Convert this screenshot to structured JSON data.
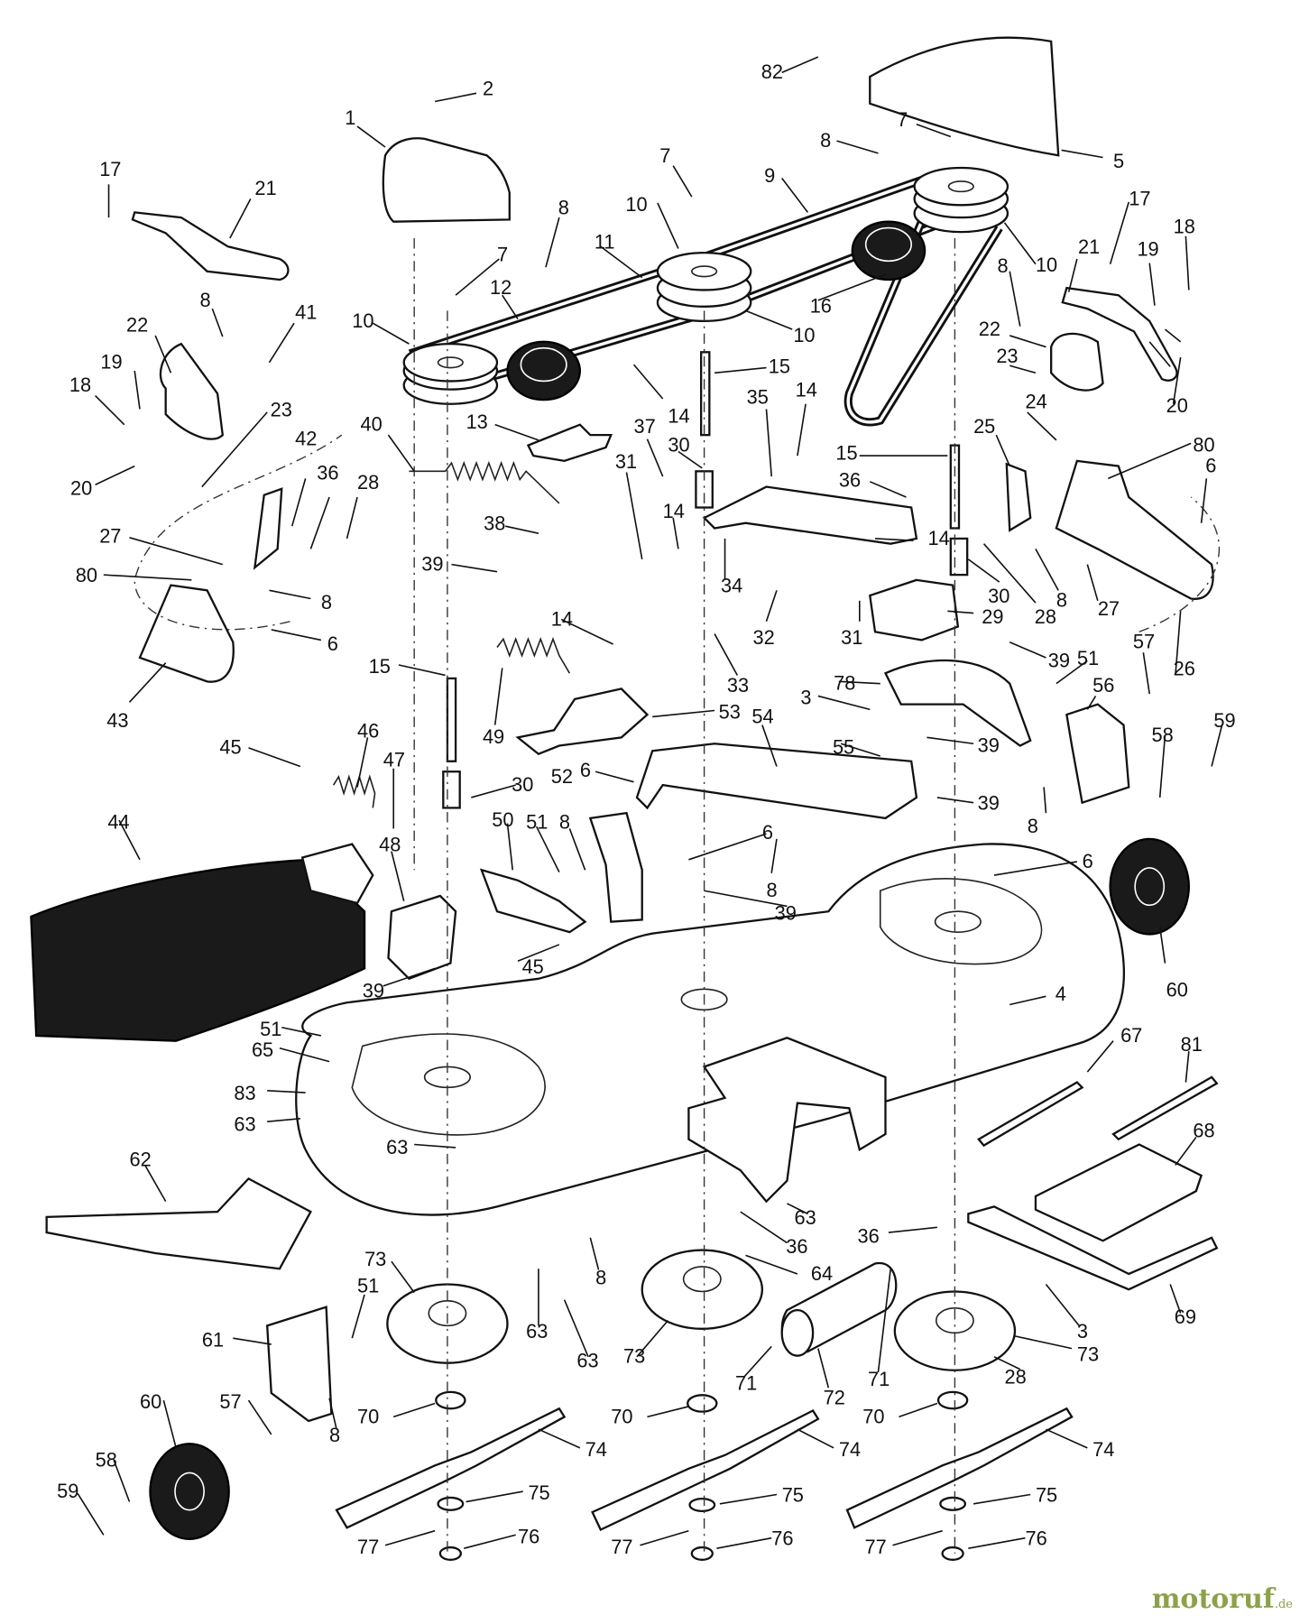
{
  "diagram": {
    "callouts": [
      {
        "id": "c-1",
        "label": "1"
      },
      {
        "id": "c-2",
        "label": "2"
      },
      {
        "id": "c-82",
        "label": "82"
      },
      {
        "id": "c-5",
        "label": "5"
      },
      {
        "id": "c-7a",
        "label": "7"
      },
      {
        "id": "c-8a",
        "label": "8"
      },
      {
        "id": "c-9",
        "label": "9"
      },
      {
        "id": "c-7b",
        "label": "7"
      },
      {
        "id": "c-10a",
        "label": "10"
      },
      {
        "id": "c-11",
        "label": "11"
      },
      {
        "id": "c-8b",
        "label": "8"
      },
      {
        "id": "c-7c",
        "label": "7"
      },
      {
        "id": "c-12",
        "label": "12"
      },
      {
        "id": "c-10b",
        "label": "10"
      },
      {
        "id": "c-10c",
        "label": "10"
      },
      {
        "id": "c-16",
        "label": "16"
      },
      {
        "id": "c-10d",
        "label": "10"
      },
      {
        "id": "c-17a",
        "label": "17"
      },
      {
        "id": "c-21a",
        "label": "21"
      },
      {
        "id": "c-17b",
        "label": "17"
      },
      {
        "id": "c-18a",
        "label": "18"
      },
      {
        "id": "c-21b",
        "label": "21"
      },
      {
        "id": "c-19a",
        "label": "19"
      },
      {
        "id": "c-8c",
        "label": "8"
      },
      {
        "id": "c-22a",
        "label": "22"
      },
      {
        "id": "c-20a",
        "label": "20"
      },
      {
        "id": "c-23a",
        "label": "23"
      },
      {
        "id": "c-24",
        "label": "24"
      },
      {
        "id": "c-8d",
        "label": "8"
      },
      {
        "id": "c-41",
        "label": "41"
      },
      {
        "id": "c-22b",
        "label": "22"
      },
      {
        "id": "c-19b",
        "label": "19"
      },
      {
        "id": "c-18b",
        "label": "18"
      },
      {
        "id": "c-20b",
        "label": "20"
      },
      {
        "id": "c-23b",
        "label": "23"
      },
      {
        "id": "c-15a",
        "label": "15"
      },
      {
        "id": "c-14a",
        "label": "14"
      },
      {
        "id": "c-13",
        "label": "13"
      },
      {
        "id": "c-35",
        "label": "35"
      },
      {
        "id": "c-14b",
        "label": "14"
      },
      {
        "id": "c-37",
        "label": "37"
      },
      {
        "id": "c-30a",
        "label": "30"
      },
      {
        "id": "c-31a",
        "label": "31"
      },
      {
        "id": "c-15b",
        "label": "15"
      },
      {
        "id": "c-36a",
        "label": "36"
      },
      {
        "id": "c-25",
        "label": "25"
      },
      {
        "id": "c-80a",
        "label": "80"
      },
      {
        "id": "c-6a",
        "label": "6"
      },
      {
        "id": "c-40",
        "label": "40"
      },
      {
        "id": "c-42",
        "label": "42"
      },
      {
        "id": "c-36b",
        "label": "36"
      },
      {
        "id": "c-28a",
        "label": "28"
      },
      {
        "id": "c-38",
        "label": "38"
      },
      {
        "id": "c-14c",
        "label": "14"
      },
      {
        "id": "c-34",
        "label": "34"
      },
      {
        "id": "c-14d",
        "label": "14"
      },
      {
        "id": "c-30b",
        "label": "30"
      },
      {
        "id": "c-28b",
        "label": "28"
      },
      {
        "id": "c-8e",
        "label": "8"
      },
      {
        "id": "c-27a",
        "label": "27"
      },
      {
        "id": "c-27b",
        "label": "27"
      },
      {
        "id": "c-80b",
        "label": "80"
      },
      {
        "id": "c-39a",
        "label": "39"
      },
      {
        "id": "c-8f",
        "label": "8"
      },
      {
        "id": "c-6b",
        "label": "6"
      },
      {
        "id": "c-43",
        "label": "43"
      },
      {
        "id": "c-32",
        "label": "32"
      },
      {
        "id": "c-31b",
        "label": "31"
      },
      {
        "id": "c-29",
        "label": "29"
      },
      {
        "id": "c-26",
        "label": "26"
      },
      {
        "id": "c-14e",
        "label": "14"
      },
      {
        "id": "c-15c",
        "label": "15"
      },
      {
        "id": "c-49",
        "label": "49"
      },
      {
        "id": "c-33",
        "label": "33"
      },
      {
        "id": "c-39b",
        "label": "39"
      },
      {
        "id": "c-51a",
        "label": "51"
      },
      {
        "id": "c-57a",
        "label": "57"
      },
      {
        "id": "c-53",
        "label": "53"
      },
      {
        "id": "c-78",
        "label": "78"
      },
      {
        "id": "c-56",
        "label": "56"
      },
      {
        "id": "c-54",
        "label": "54"
      },
      {
        "id": "c-3a",
        "label": "3"
      },
      {
        "id": "c-59a",
        "label": "59"
      },
      {
        "id": "c-55",
        "label": "55"
      },
      {
        "id": "c-39c",
        "label": "39"
      },
      {
        "id": "c-58a",
        "label": "58"
      },
      {
        "id": "c-45a",
        "label": "45"
      },
      {
        "id": "c-46",
        "label": "46"
      },
      {
        "id": "c-47",
        "label": "47"
      },
      {
        "id": "c-30c",
        "label": "30"
      },
      {
        "id": "c-6c",
        "label": "6"
      },
      {
        "id": "c-52",
        "label": "52"
      },
      {
        "id": "c-39d",
        "label": "39"
      },
      {
        "id": "c-8g",
        "label": "8"
      },
      {
        "id": "c-44",
        "label": "44"
      },
      {
        "id": "c-50",
        "label": "50"
      },
      {
        "id": "c-51b",
        "label": "51"
      },
      {
        "id": "c-8h",
        "label": "8"
      },
      {
        "id": "c-6d",
        "label": "6"
      },
      {
        "id": "c-6e",
        "label": "6"
      },
      {
        "id": "c-48",
        "label": "48"
      },
      {
        "id": "c-8i",
        "label": "8"
      },
      {
        "id": "c-39e",
        "label": "39"
      },
      {
        "id": "c-45b",
        "label": "45"
      },
      {
        "id": "c-39f",
        "label": "39"
      },
      {
        "id": "c-60a",
        "label": "60"
      },
      {
        "id": "c-4",
        "label": "4"
      },
      {
        "id": "c-51c",
        "label": "51"
      },
      {
        "id": "c-65",
        "label": "65"
      },
      {
        "id": "c-67",
        "label": "67"
      },
      {
        "id": "c-81",
        "label": "81"
      },
      {
        "id": "c-83",
        "label": "83"
      },
      {
        "id": "c-63a",
        "label": "63"
      },
      {
        "id": "c-68",
        "label": "68"
      },
      {
        "id": "c-63b",
        "label": "63"
      },
      {
        "id": "c-62",
        "label": "62"
      },
      {
        "id": "c-63c",
        "label": "63"
      },
      {
        "id": "c-36c",
        "label": "36"
      },
      {
        "id": "c-36d",
        "label": "36"
      },
      {
        "id": "c-64",
        "label": "64"
      },
      {
        "id": "c-69",
        "label": "69"
      },
      {
        "id": "c-73a",
        "label": "73"
      },
      {
        "id": "c-8j",
        "label": "8"
      },
      {
        "id": "c-51d",
        "label": "51"
      },
      {
        "id": "c-3b",
        "label": "3"
      },
      {
        "id": "c-61",
        "label": "61"
      },
      {
        "id": "c-63d",
        "label": "63"
      },
      {
        "id": "c-73b",
        "label": "73"
      },
      {
        "id": "c-73c",
        "label": "73"
      },
      {
        "id": "c-63e",
        "label": "63"
      },
      {
        "id": "c-28c",
        "label": "28"
      },
      {
        "id": "c-71a",
        "label": "71"
      },
      {
        "id": "c-71b",
        "label": "71"
      },
      {
        "id": "c-57b",
        "label": "57"
      },
      {
        "id": "c-60b",
        "label": "60"
      },
      {
        "id": "c-72",
        "label": "72"
      },
      {
        "id": "c-70a",
        "label": "70"
      },
      {
        "id": "c-70b",
        "label": "70"
      },
      {
        "id": "c-70c",
        "label": "70"
      },
      {
        "id": "c-8k",
        "label": "8"
      },
      {
        "id": "c-74a",
        "label": "74"
      },
      {
        "id": "c-74b",
        "label": "74"
      },
      {
        "id": "c-74c",
        "label": "74"
      },
      {
        "id": "c-58b",
        "label": "58"
      },
      {
        "id": "c-59b",
        "label": "59"
      },
      {
        "id": "c-75a",
        "label": "75"
      },
      {
        "id": "c-75b",
        "label": "75"
      },
      {
        "id": "c-75c",
        "label": "75"
      },
      {
        "id": "c-77a",
        "label": "77"
      },
      {
        "id": "c-76a",
        "label": "76"
      },
      {
        "id": "c-77b",
        "label": "77"
      },
      {
        "id": "c-76b",
        "label": "76"
      },
      {
        "id": "c-77c",
        "label": "77"
      },
      {
        "id": "c-76c",
        "label": "76"
      }
    ]
  },
  "watermark": {
    "brand": "motoruf",
    "tld": ".de"
  }
}
